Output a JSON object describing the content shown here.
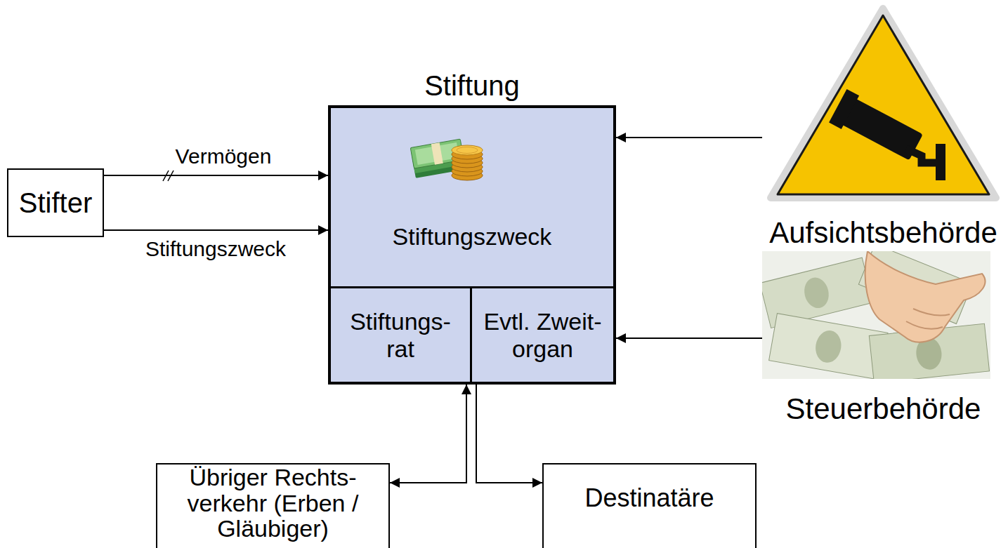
{
  "diagram": {
    "nodes": [
      {
        "text": [
          "Stifter"
        ]
      },
      {
        "text": [
          "Stiftung",
          "Stiftungszweck"
        ]
      },
      {
        "text": [
          "Stiftungs- rat"
        ],
        "in": 1
      },
      {
        "text": [
          "Evtl. Zweit- organ"
        ],
        "in": 1
      },
      {
        "text": [
          "Aufsichtsbehörde"
        ]
      },
      {
        "text": [
          "Steuerbehörde"
        ]
      },
      {
        "text": [
          "Übriger Rechts- verkehr (Erben / Gläubiger)"
        ]
      },
      {
        "text": [
          "Destinatäre"
        ]
      }
    ],
    "edges": [
      {
        "from": 0,
        "to": 1,
        "label": "Vermögen",
        "arrow": "to"
      },
      {
        "from": 0,
        "to": 1,
        "label": "Stiftungszweck",
        "arrow": "to"
      },
      {
        "from": 4,
        "to": 1,
        "arrow": "to"
      },
      {
        "from": 5,
        "to": 1,
        "arrow": "to"
      },
      {
        "from": 6,
        "to": 1,
        "arrow": "both"
      },
      {
        "from": 1,
        "to": 7,
        "arrow": "to"
      }
    ]
  }
}
